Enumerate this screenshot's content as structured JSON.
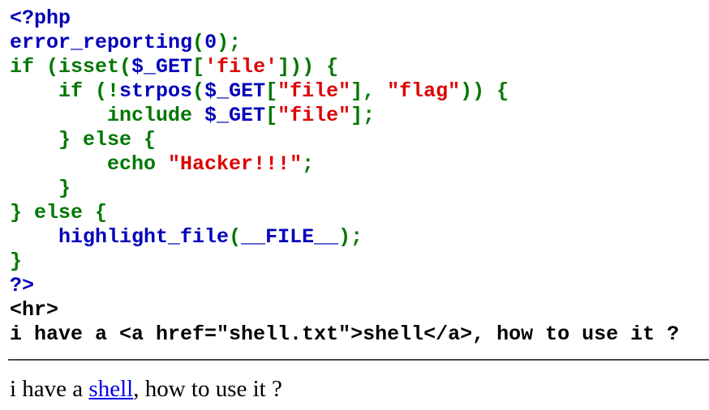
{
  "colors": {
    "default": "#0000BB",
    "keyword": "#007700",
    "string": "#DD0000",
    "html": "#000000",
    "link": "#0000EE"
  },
  "source_lines": [
    [
      {
        "t": "<?php",
        "c": "default"
      }
    ],
    [
      {
        "t": "error_reporting",
        "c": "default"
      },
      {
        "t": "(",
        "c": "keyword"
      },
      {
        "t": "0",
        "c": "default"
      },
      {
        "t": ");",
        "c": "keyword"
      }
    ],
    [
      {
        "t": "if (isset(",
        "c": "keyword"
      },
      {
        "t": "$_GET",
        "c": "default"
      },
      {
        "t": "[",
        "c": "keyword"
      },
      {
        "t": "'file'",
        "c": "string"
      },
      {
        "t": "])) {",
        "c": "keyword"
      }
    ],
    [
      {
        "t": "    if (!",
        "c": "keyword"
      },
      {
        "t": "strpos",
        "c": "default"
      },
      {
        "t": "(",
        "c": "keyword"
      },
      {
        "t": "$_GET",
        "c": "default"
      },
      {
        "t": "[",
        "c": "keyword"
      },
      {
        "t": "\"file\"",
        "c": "string"
      },
      {
        "t": "], ",
        "c": "keyword"
      },
      {
        "t": "\"flag\"",
        "c": "string"
      },
      {
        "t": ")) {",
        "c": "keyword"
      }
    ],
    [
      {
        "t": "        include ",
        "c": "keyword"
      },
      {
        "t": "$_GET",
        "c": "default"
      },
      {
        "t": "[",
        "c": "keyword"
      },
      {
        "t": "\"file\"",
        "c": "string"
      },
      {
        "t": "];",
        "c": "keyword"
      }
    ],
    [
      {
        "t": "    } else {",
        "c": "keyword"
      }
    ],
    [
      {
        "t": "        echo ",
        "c": "keyword"
      },
      {
        "t": "\"Hacker!!!\"",
        "c": "string"
      },
      {
        "t": ";",
        "c": "keyword"
      }
    ],
    [
      {
        "t": "    }",
        "c": "keyword"
      }
    ],
    [
      {
        "t": "} else {",
        "c": "keyword"
      }
    ],
    [
      {
        "t": "    ",
        "c": "keyword"
      },
      {
        "t": "highlight_file",
        "c": "default"
      },
      {
        "t": "(",
        "c": "keyword"
      },
      {
        "t": "__FILE__",
        "c": "default"
      },
      {
        "t": ");",
        "c": "keyword"
      }
    ],
    [
      {
        "t": "}",
        "c": "keyword"
      }
    ],
    [
      {
        "t": "?>",
        "c": "default"
      }
    ],
    [
      {
        "t": "<hr>",
        "c": "html"
      }
    ],
    [
      {
        "t": "i have a <a href=\"shell.txt\">shell</a>, how to use it ?",
        "c": "html"
      }
    ]
  ],
  "rendered": {
    "before": "i have a ",
    "link_text": "shell",
    "link_href": "shell.txt",
    "after": ", how to use it ?"
  }
}
